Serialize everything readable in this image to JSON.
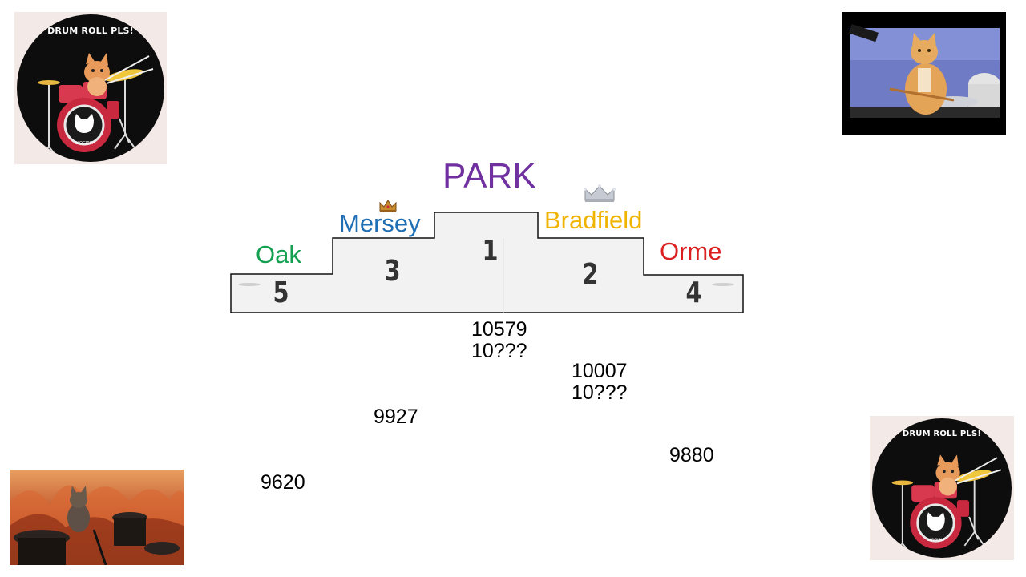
{
  "stickers": {
    "caption": "DRUM ROLL PLS!",
    "brand": "BLOGIRLY"
  },
  "podium": {
    "park": {
      "name": "PARK",
      "color": "#7030a0",
      "rank": "1",
      "scores": [
        "10579",
        "10???"
      ]
    },
    "bradfield": {
      "name": "Bradfield",
      "color": "#f0b400",
      "rank": "2",
      "scores": [
        "10007",
        "10???"
      ]
    },
    "mersey": {
      "name": "Mersey",
      "color": "#1f6fb5",
      "rank": "3",
      "scores": [
        "9927"
      ]
    },
    "orme": {
      "name": "Orme",
      "color": "#dc1f1f",
      "rank": "4",
      "scores": [
        "9880"
      ]
    },
    "oak": {
      "name": "Oak",
      "color": "#14a050",
      "rank": "5",
      "scores": [
        "9620"
      ]
    }
  },
  "colors": {
    "crown_gold": "#c78a2c",
    "crown_silver": "#b8bcc4",
    "podium_fill": "#f2f2f2"
  }
}
